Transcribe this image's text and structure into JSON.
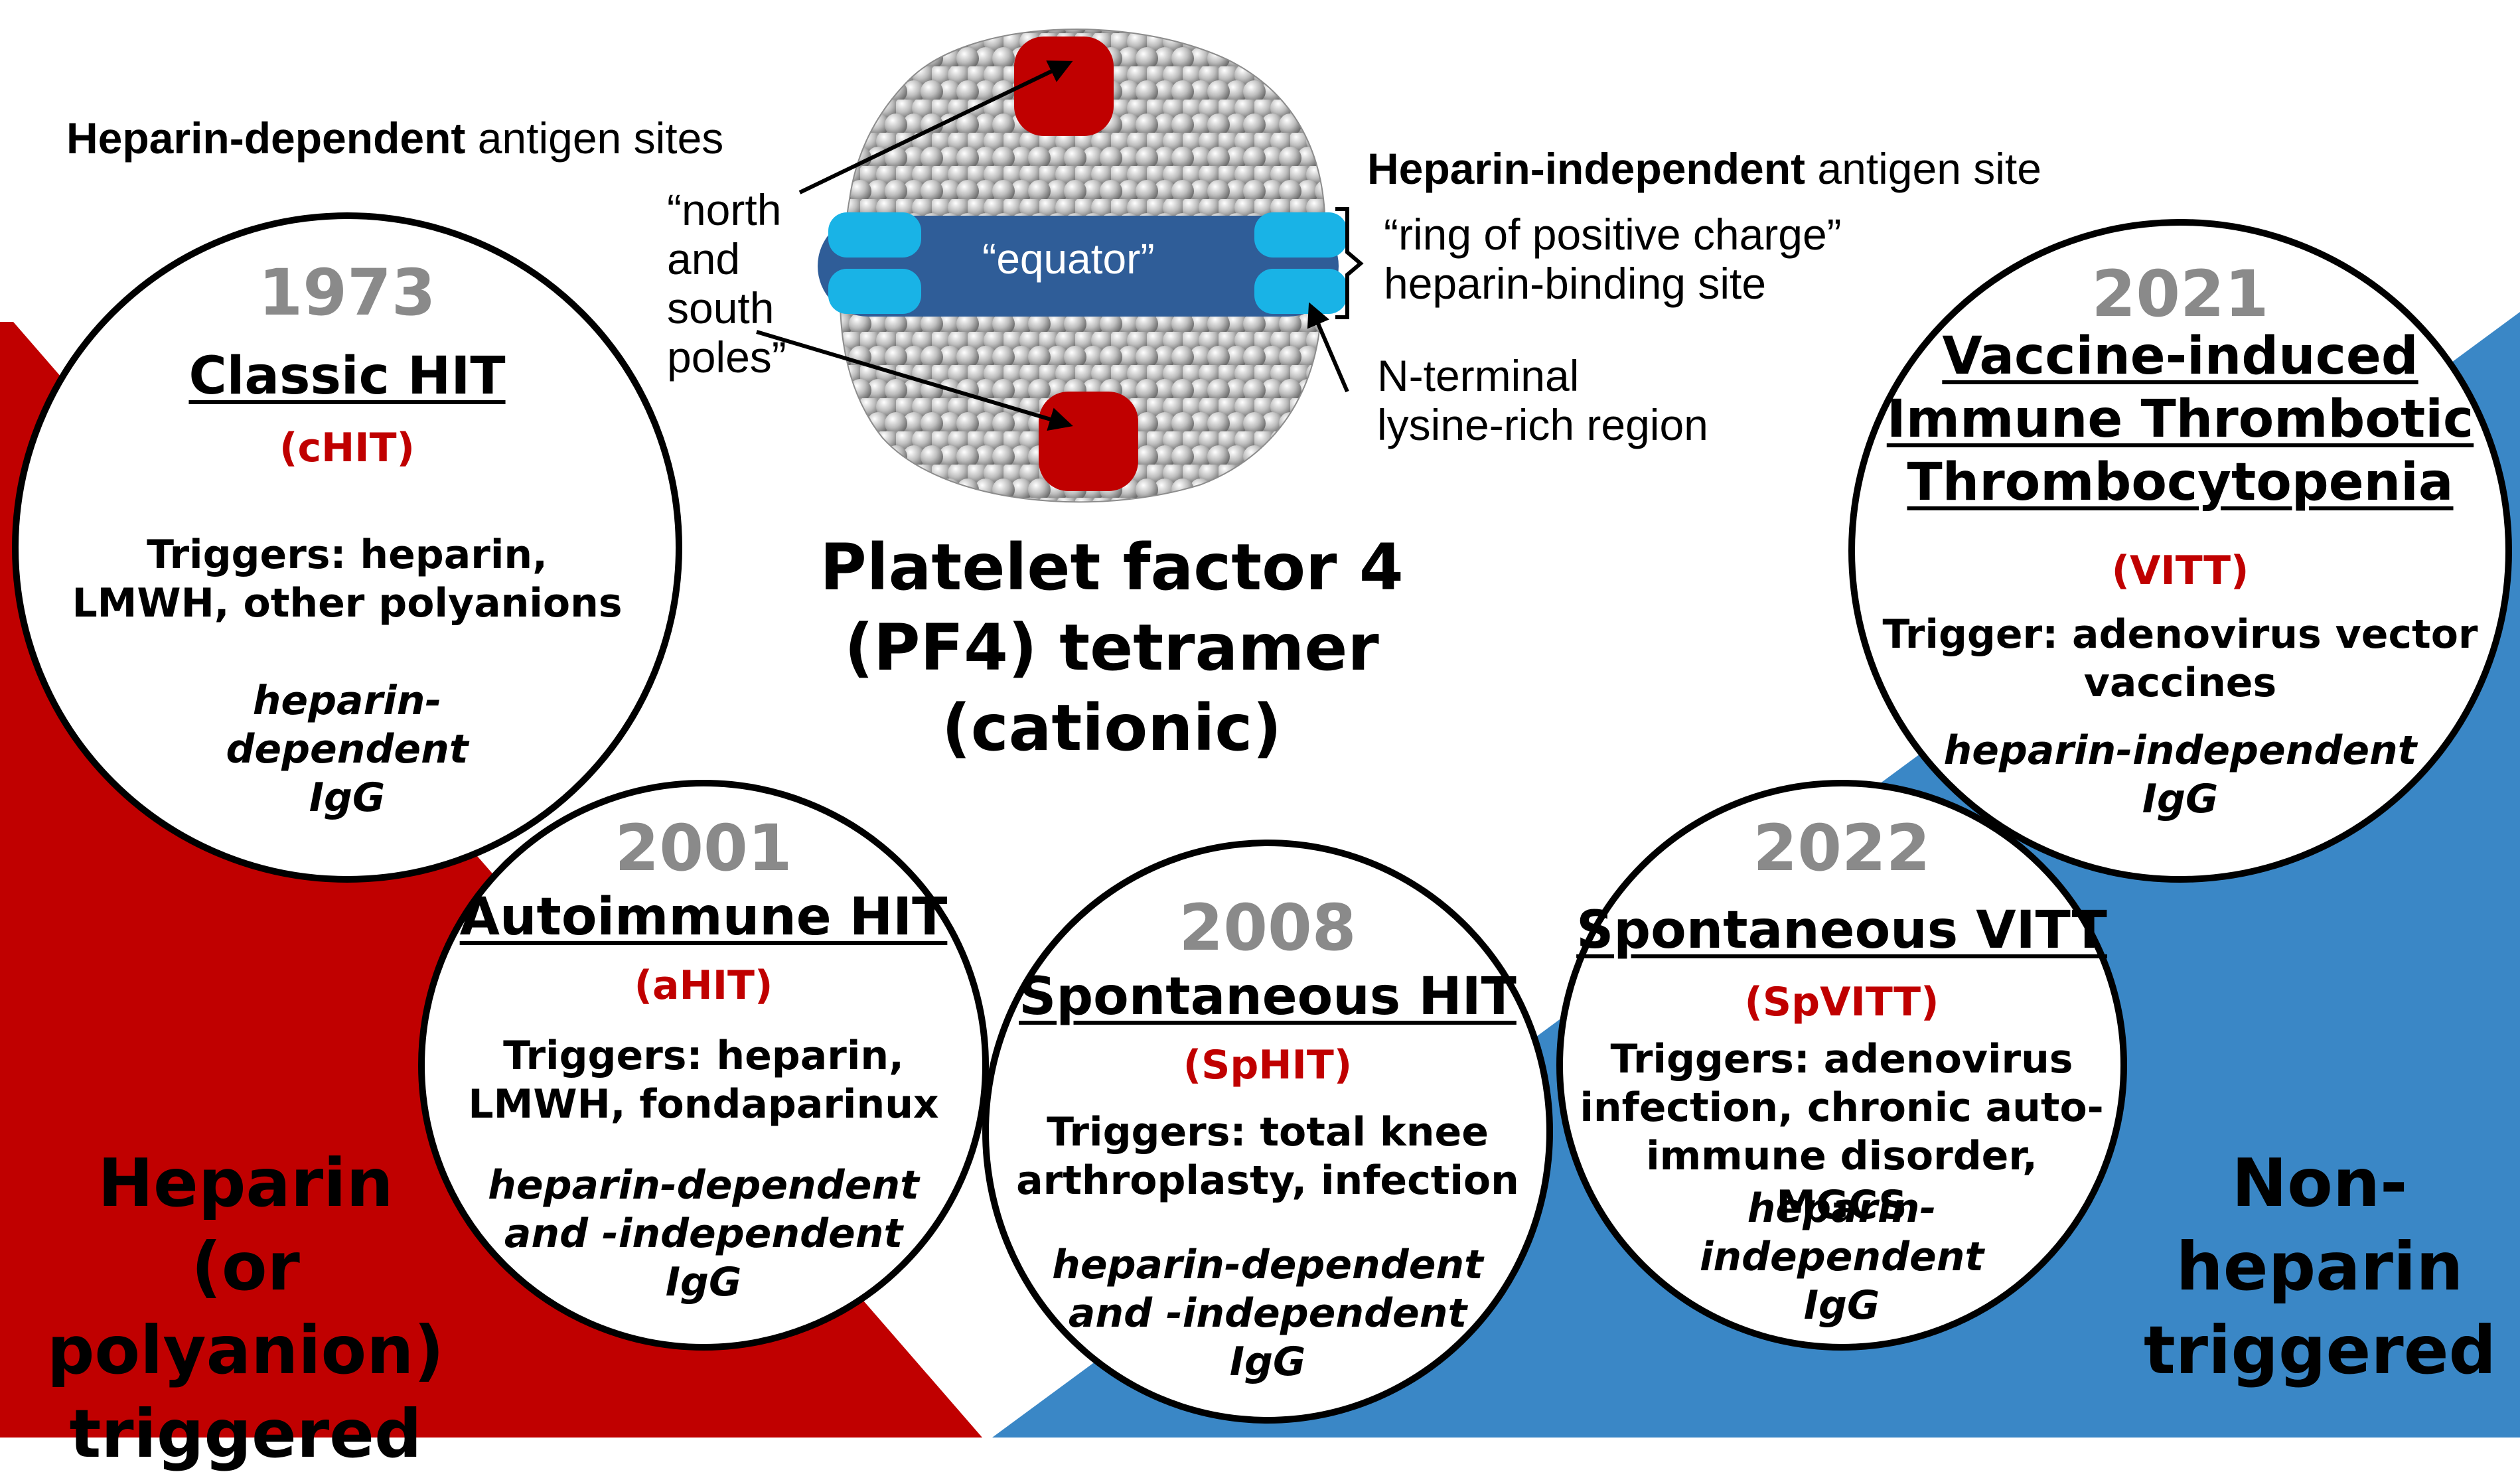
{
  "colors": {
    "red": "#c00000",
    "blue": "#3a87c6",
    "gray": "#8a8a8a",
    "equator": "#2f5d98",
    "band": "#19b3e6"
  },
  "molecule": {
    "title": "Platelet factor 4 (PF4) tetramer (cationic)",
    "title_lines": [
      "Platelet factor 4",
      "(PF4) tetramer",
      "(cationic)"
    ],
    "equator_label": "“equator”",
    "dependent_sites_bold": "Heparin-dependent",
    "dependent_sites_rest": " antigen sites",
    "poles_lines": [
      "“north",
      "and",
      "south",
      "poles”"
    ],
    "independent_site_bold": "Heparin-independent",
    "independent_site_rest": " antigen site",
    "ring_lines": [
      "“ring of positive charge”",
      "heparin-binding site"
    ],
    "nterm_lines": [
      "N-terminal",
      "lysine-rich region"
    ]
  },
  "regions": {
    "left_lines": [
      "Heparin",
      "(or polyanion)",
      "triggered"
    ],
    "right_lines": [
      "Non-",
      "heparin",
      "triggered"
    ]
  },
  "circles": [
    {
      "year": "1973",
      "name_lines": [
        "Classic HIT"
      ],
      "abbr": "(cHIT)",
      "trigger_lines": [
        "Triggers: heparin,",
        "LMWH, other polyanions"
      ],
      "antibody_lines": [
        "heparin-",
        "dependent",
        "IgG"
      ]
    },
    {
      "year": "2001",
      "name_lines": [
        "Autoimmune HIT"
      ],
      "abbr": "(aHIT)",
      "trigger_lines": [
        "Triggers: heparin,",
        "LMWH, fondaparinux"
      ],
      "antibody_lines": [
        "heparin-dependent",
        "and -independent",
        "IgG"
      ]
    },
    {
      "year": "2008",
      "name_lines": [
        "Spontaneous HIT"
      ],
      "abbr": "(SpHIT)",
      "trigger_lines": [
        "Triggers: total knee",
        "arthroplasty, infection"
      ],
      "antibody_lines": [
        "heparin-dependent",
        "and -independent",
        "IgG"
      ]
    },
    {
      "year": "2022",
      "name_lines": [
        "Spontaneous VITT"
      ],
      "abbr": "(SpVITT)",
      "trigger_lines": [
        "Triggers: adenovirus",
        "infection, chronic auto-",
        "immune disorder, MGCS"
      ],
      "antibody_lines": [
        "heparin-",
        "independent",
        "IgG"
      ]
    },
    {
      "year": "2021",
      "name_lines": [
        "Vaccine-induced",
        "Immune Thrombotic",
        "Thrombocytopenia"
      ],
      "abbr": "(VITT)",
      "trigger_lines": [
        "Trigger: adenovirus vector",
        "vaccines"
      ],
      "antibody_lines": [
        "heparin-independent",
        "IgG"
      ]
    }
  ]
}
